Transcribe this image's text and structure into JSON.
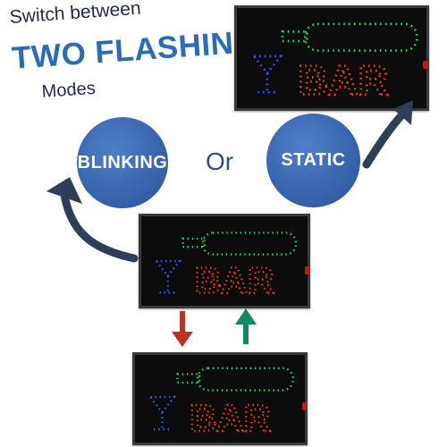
{
  "headline": {
    "line1": "Switch between",
    "line2": "TWO FLASHING",
    "line3": "Modes"
  },
  "modes": {
    "blinking_label": "BLINKING",
    "or_label": "Or",
    "static_label": "STATIC"
  },
  "sign": {
    "text": "BAR"
  },
  "colors": {
    "accent_blue": "#2b6cb8",
    "circle_blue": "#3c66ad",
    "led_green": "#22e06a",
    "led_red": "#ff3a2e",
    "led_blue": "#3a5bff",
    "arrow_dark": "#2f3f58",
    "arrow_down": "#c0301f",
    "arrow_up": "#158a5a"
  },
  "icons": [
    "cocktail-glass-icon",
    "bottle-icon",
    "curved-arrow-icon",
    "down-arrow-icon",
    "up-arrow-icon"
  ]
}
